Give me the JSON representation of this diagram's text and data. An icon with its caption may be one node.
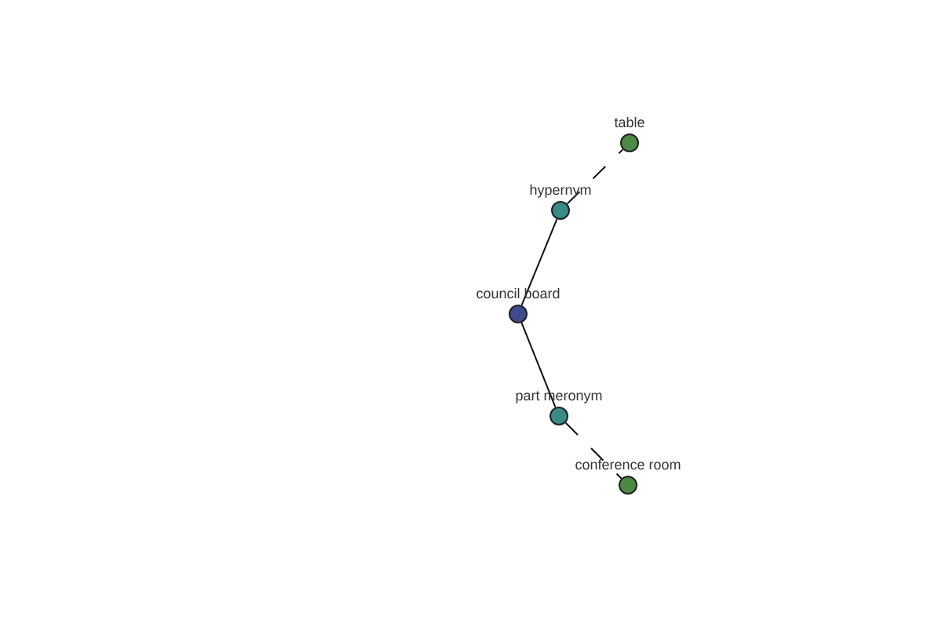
{
  "diagram": {
    "nodes": [
      {
        "text": [
          "table"
        ]
      },
      {
        "text": [
          "hypernym"
        ]
      },
      {
        "text": [
          "council board"
        ]
      },
      {
        "text": [
          "part meronym"
        ]
      },
      {
        "text": [
          "conference room"
        ]
      }
    ],
    "edges": [
      {
        "from": 2,
        "to": 1,
        "arrow": "none"
      },
      {
        "from": 1,
        "to": 0,
        "arrow": "none",
        "style": "dashed"
      },
      {
        "from": 2,
        "to": 3,
        "arrow": "none"
      },
      {
        "from": 3,
        "to": 4,
        "arrow": "none",
        "style": "dashed"
      }
    ]
  }
}
